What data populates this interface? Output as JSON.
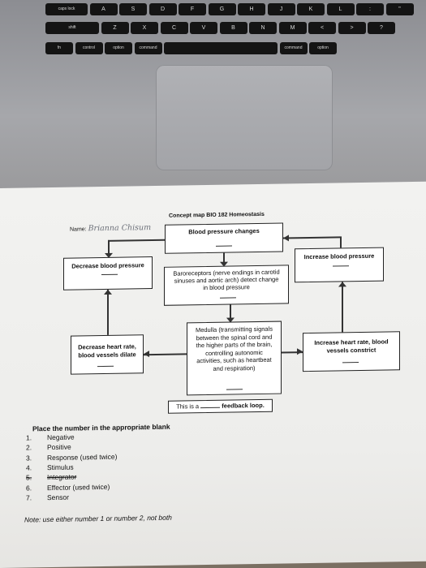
{
  "keyboard": {
    "row1": [
      "caps lock",
      "A",
      "S",
      "D",
      "F",
      "G",
      "H",
      "J",
      "K",
      "L",
      ":",
      "\""
    ],
    "row2": [
      "shift",
      "Z",
      "X",
      "C",
      "V",
      "B",
      "N",
      "M",
      "<",
      ">",
      "?"
    ],
    "row3": [
      "fn",
      "control",
      "option",
      "command",
      "",
      "command",
      "option"
    ]
  },
  "worksheet": {
    "name_label": "Name:",
    "name_value": "Brianna Chisum",
    "title": "Concept map BIO 182 Homeostasis",
    "boxes": {
      "top": "Blood pressure changes",
      "left_top": "Decrease blood pressure",
      "right_top": "Increase blood pressure",
      "center_top": "Baroreceptors (nerve endings in carotid sinuses and aortic arch) detect change in blood pressure",
      "left_bottom": "Decrease heart rate, blood vessels dilate",
      "center_bottom": "Medulla (transmitting signals between the spinal cord and the higher parts of the brain, controlling autonomic activities, such as heartbeat and respiration)",
      "right_bottom": "Increase heart rate, blood vessels constrict"
    },
    "loop_text_a": "This is a",
    "loop_text_b": "feedback loop.",
    "instructions": "Place the number in the appropriate blank",
    "list": [
      {
        "num": "1.",
        "label": "Negative"
      },
      {
        "num": "2.",
        "label": "Positive"
      },
      {
        "num": "3.",
        "label": "Response (used twice)"
      },
      {
        "num": "4.",
        "label": "Stimulus"
      },
      {
        "num": "5.",
        "label": "Integrator"
      },
      {
        "num": "6.",
        "label": "Effector (used twice)"
      },
      {
        "num": "7.",
        "label": "Sensor"
      }
    ],
    "note": "Note: use either number 1 or number 2, not both"
  }
}
